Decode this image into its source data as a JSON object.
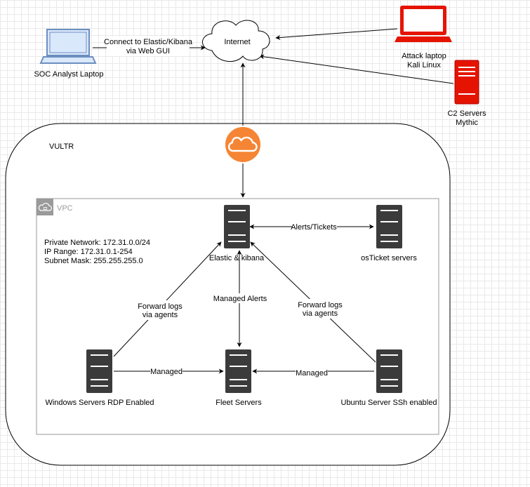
{
  "nodes": {
    "soc_laptop": "SOC Analyst Laptop",
    "internet": "Internet",
    "attack_laptop_line1": "Attack laptop",
    "attack_laptop_line2": "Kali Linux",
    "c2_line1": "C2 Servers",
    "c2_line2": "Mythic",
    "vultr": "VULTR",
    "vpc": "VPC",
    "elastic": "Elastic & kibana",
    "osticket": "osTicket servers",
    "windows": "Windows Servers RDP Enabled",
    "fleet": "Fleet Servers",
    "ubuntu": "Ubuntu Server SSh enabled"
  },
  "network_info": {
    "private_network": "Private Network: 172.31.0.0/24",
    "ip_range": "IP Range: 172.31.0.1-254",
    "subnet_mask": "Subnet Mask: 255.255.255.0"
  },
  "edges": {
    "connect_line1": "Connect to Elastic/Kibana",
    "connect_line2": "via Web GUI",
    "alerts_tickets": "Alerts/Tickets",
    "managed_alerts": "Managed Alerts",
    "forward_left_line1": "Forward logs",
    "forward_left_line2": "via agents",
    "forward_right_line1": "Forward logs",
    "forward_right_line2": "via agents",
    "managed_left": "Managed",
    "managed_right": "Managed"
  },
  "colors": {
    "laptop_blue": "#6c8ebf",
    "laptop_fill": "#dae8fc",
    "threat_red": "#e51400",
    "cloud_orange": "#f58534",
    "server_dark": "#3b3b3b",
    "vpc_border": "#9a9a9a"
  }
}
